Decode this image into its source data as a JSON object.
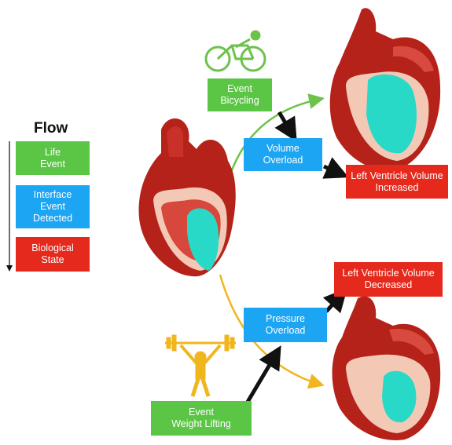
{
  "legend": {
    "title": "Flow",
    "life_event": [
      "Life",
      "Event"
    ],
    "interface": [
      "Interface",
      "Event",
      "Detected"
    ],
    "biological": [
      "Biological",
      "State"
    ]
  },
  "boxes": {
    "event_bicycling": [
      "Event",
      "Bicycling"
    ],
    "volume_overload": [
      "Volume",
      "Overload"
    ],
    "lv_increased": [
      "Left Ventricle Volume",
      "Increased"
    ],
    "lv_decreased": [
      "Left Ventricle Volume",
      "Decreased"
    ],
    "pressure_overload": [
      "Pressure",
      "Overload"
    ],
    "event_weight_lifting": [
      "Event",
      "Weight Lifting"
    ]
  },
  "icons": {
    "bicycle": "bicycle-icon",
    "weightlifter": "weightlifter-icon",
    "heart": "heart-icon"
  },
  "colors": {
    "life_event": "#5bc545",
    "interface": "#1ca5f2",
    "biological": "#e5291d",
    "green_curve": "#6cc24a",
    "yellow_curve": "#f0b61e",
    "ventricle": "#29d9c7"
  }
}
